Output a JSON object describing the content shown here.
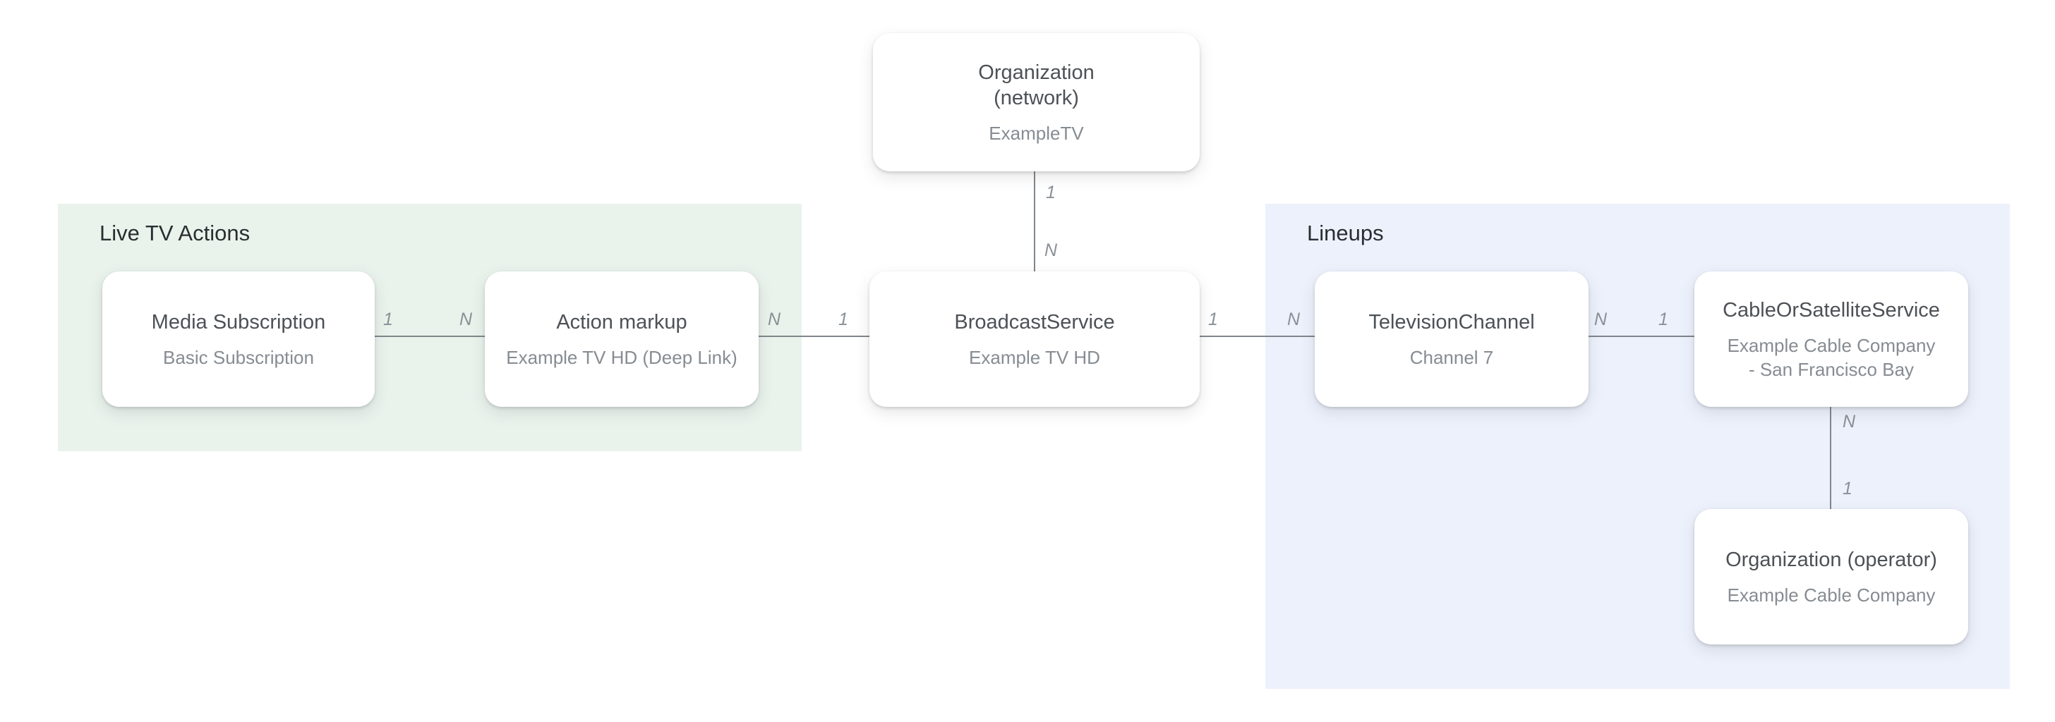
{
  "regions": [
    {
      "id": "live-tv-actions",
      "label": "Live TV Actions",
      "color": "#e9f3ec"
    },
    {
      "id": "lineups",
      "label": "Lineups",
      "color": "#edf1fc"
    }
  ],
  "nodes": [
    {
      "id": "organization-network",
      "title_line1": "Organization",
      "title_line2": "(network)",
      "subtitle": "ExampleTV"
    },
    {
      "id": "media-subscription",
      "title": "Media Subscription",
      "subtitle": "Basic Subscription"
    },
    {
      "id": "action-markup",
      "title": "Action markup",
      "subtitle": "Example TV HD (Deep Link)"
    },
    {
      "id": "broadcast-service",
      "title": "BroadcastService",
      "subtitle": "Example TV HD"
    },
    {
      "id": "television-channel",
      "title": "TelevisionChannel",
      "subtitle": "Channel 7"
    },
    {
      "id": "cable-or-satellite-service",
      "title": "CableOrSatelliteService",
      "subtitle": "Example Cable Company - San Francisco Bay"
    },
    {
      "id": "organization-operator",
      "title": "Organization (operator)",
      "subtitle": "Example Cable Company"
    }
  ],
  "connectors": [
    {
      "from": "organization-network",
      "to": "broadcast-service",
      "from_cardinality": "1",
      "to_cardinality": "N"
    },
    {
      "from": "media-subscription",
      "to": "action-markup",
      "from_cardinality": "1",
      "to_cardinality": "N"
    },
    {
      "from": "action-markup",
      "to": "broadcast-service",
      "from_cardinality": "N",
      "to_cardinality": "1"
    },
    {
      "from": "broadcast-service",
      "to": "television-channel",
      "from_cardinality": "1",
      "to_cardinality": "N"
    },
    {
      "from": "television-channel",
      "to": "cable-or-satellite-service",
      "from_cardinality": "N",
      "to_cardinality": "1"
    },
    {
      "from": "cable-or-satellite-service",
      "to": "organization-operator",
      "from_cardinality": "N",
      "to_cardinality": "1"
    }
  ],
  "colors": {
    "background": "#ffffff",
    "live_tv_region": "#e9f3ec",
    "lineups_region": "#edf1fc",
    "node_background": "#ffffff",
    "node_title": "#4d5156",
    "node_subtitle": "#868c92",
    "region_title": "#2b2e31",
    "connector_line": "#80868b",
    "cardinality_label": "#8a9096"
  }
}
